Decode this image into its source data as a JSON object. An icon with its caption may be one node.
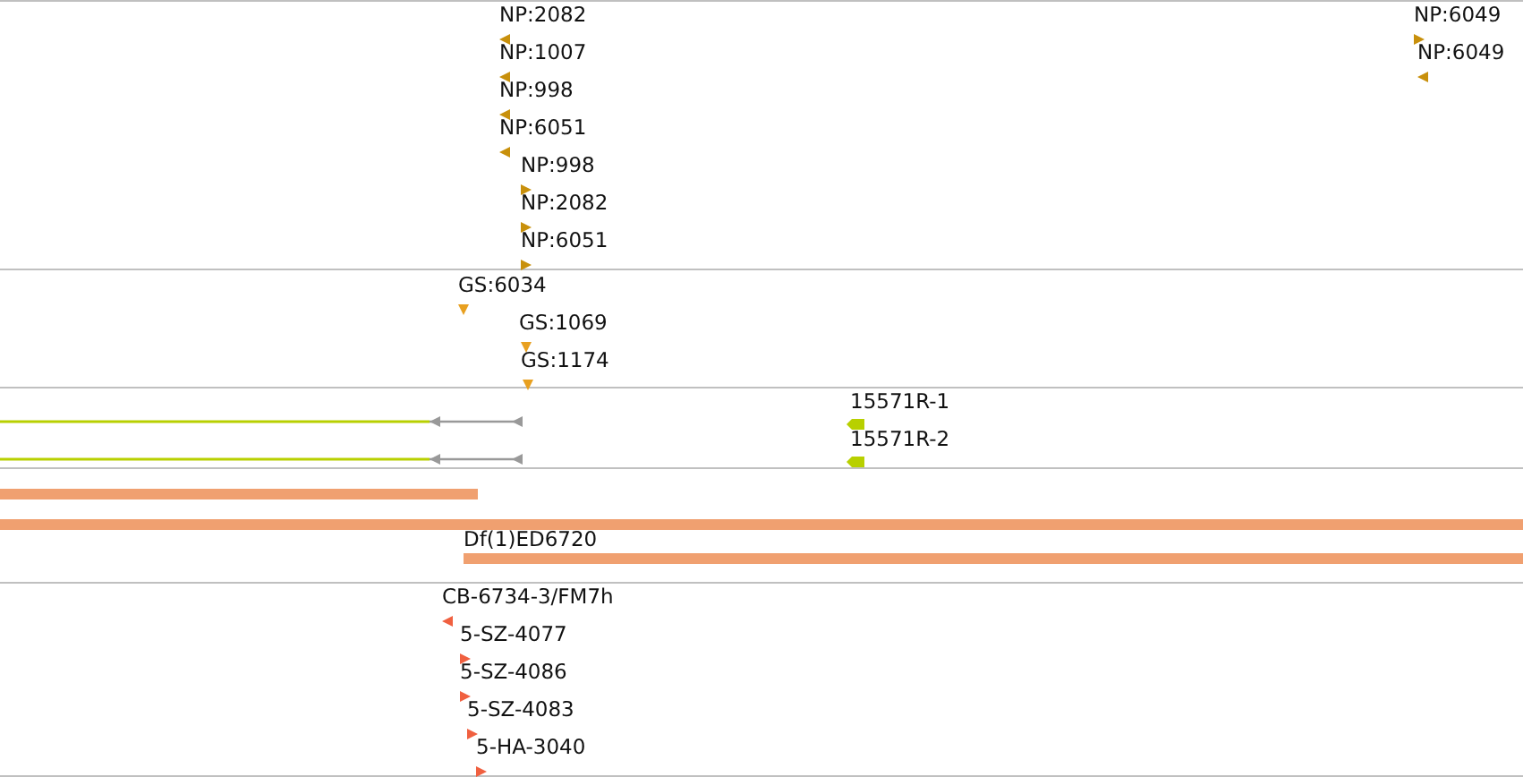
{
  "diagram": {
    "nodes": [
      {
        "text": [
          "NP:2082"
        ]
      },
      {
        "text": [
          "NP:1007"
        ]
      },
      {
        "text": [
          "NP:998"
        ]
      },
      {
        "text": [
          "NP:6051"
        ]
      },
      {
        "text": [
          "NP:998"
        ]
      },
      {
        "text": [
          "NP:2082"
        ]
      },
      {
        "text": [
          "NP:6051"
        ]
      },
      {
        "text": [
          "NP:6049"
        ]
      },
      {
        "text": [
          "NP:6049"
        ]
      },
      {
        "text": [
          "GS:6034"
        ]
      },
      {
        "text": [
          "GS:1069"
        ]
      },
      {
        "text": [
          "GS:1174"
        ]
      },
      {
        "text": [
          "15571R-1"
        ]
      },
      {
        "text": [
          "15571R-2"
        ]
      },
      {
        "text": [],
        "shape": "bar"
      },
      {
        "text": [],
        "shape": "bar"
      },
      {
        "text": [],
        "shape": "bar"
      },
      {
        "text": [],
        "shape": "bar"
      },
      {
        "text": [
          "Df(1)ED6720"
        ]
      },
      {
        "text": [
          "CB-6734-3/FM7h"
        ]
      },
      {
        "text": [
          "5-SZ-4077"
        ]
      },
      {
        "text": [
          "5-SZ-4086"
        ]
      },
      {
        "text": [
          "5-SZ-4083"
        ]
      },
      {
        "text": [
          "5-HA-3040"
        ]
      }
    ]
  }
}
